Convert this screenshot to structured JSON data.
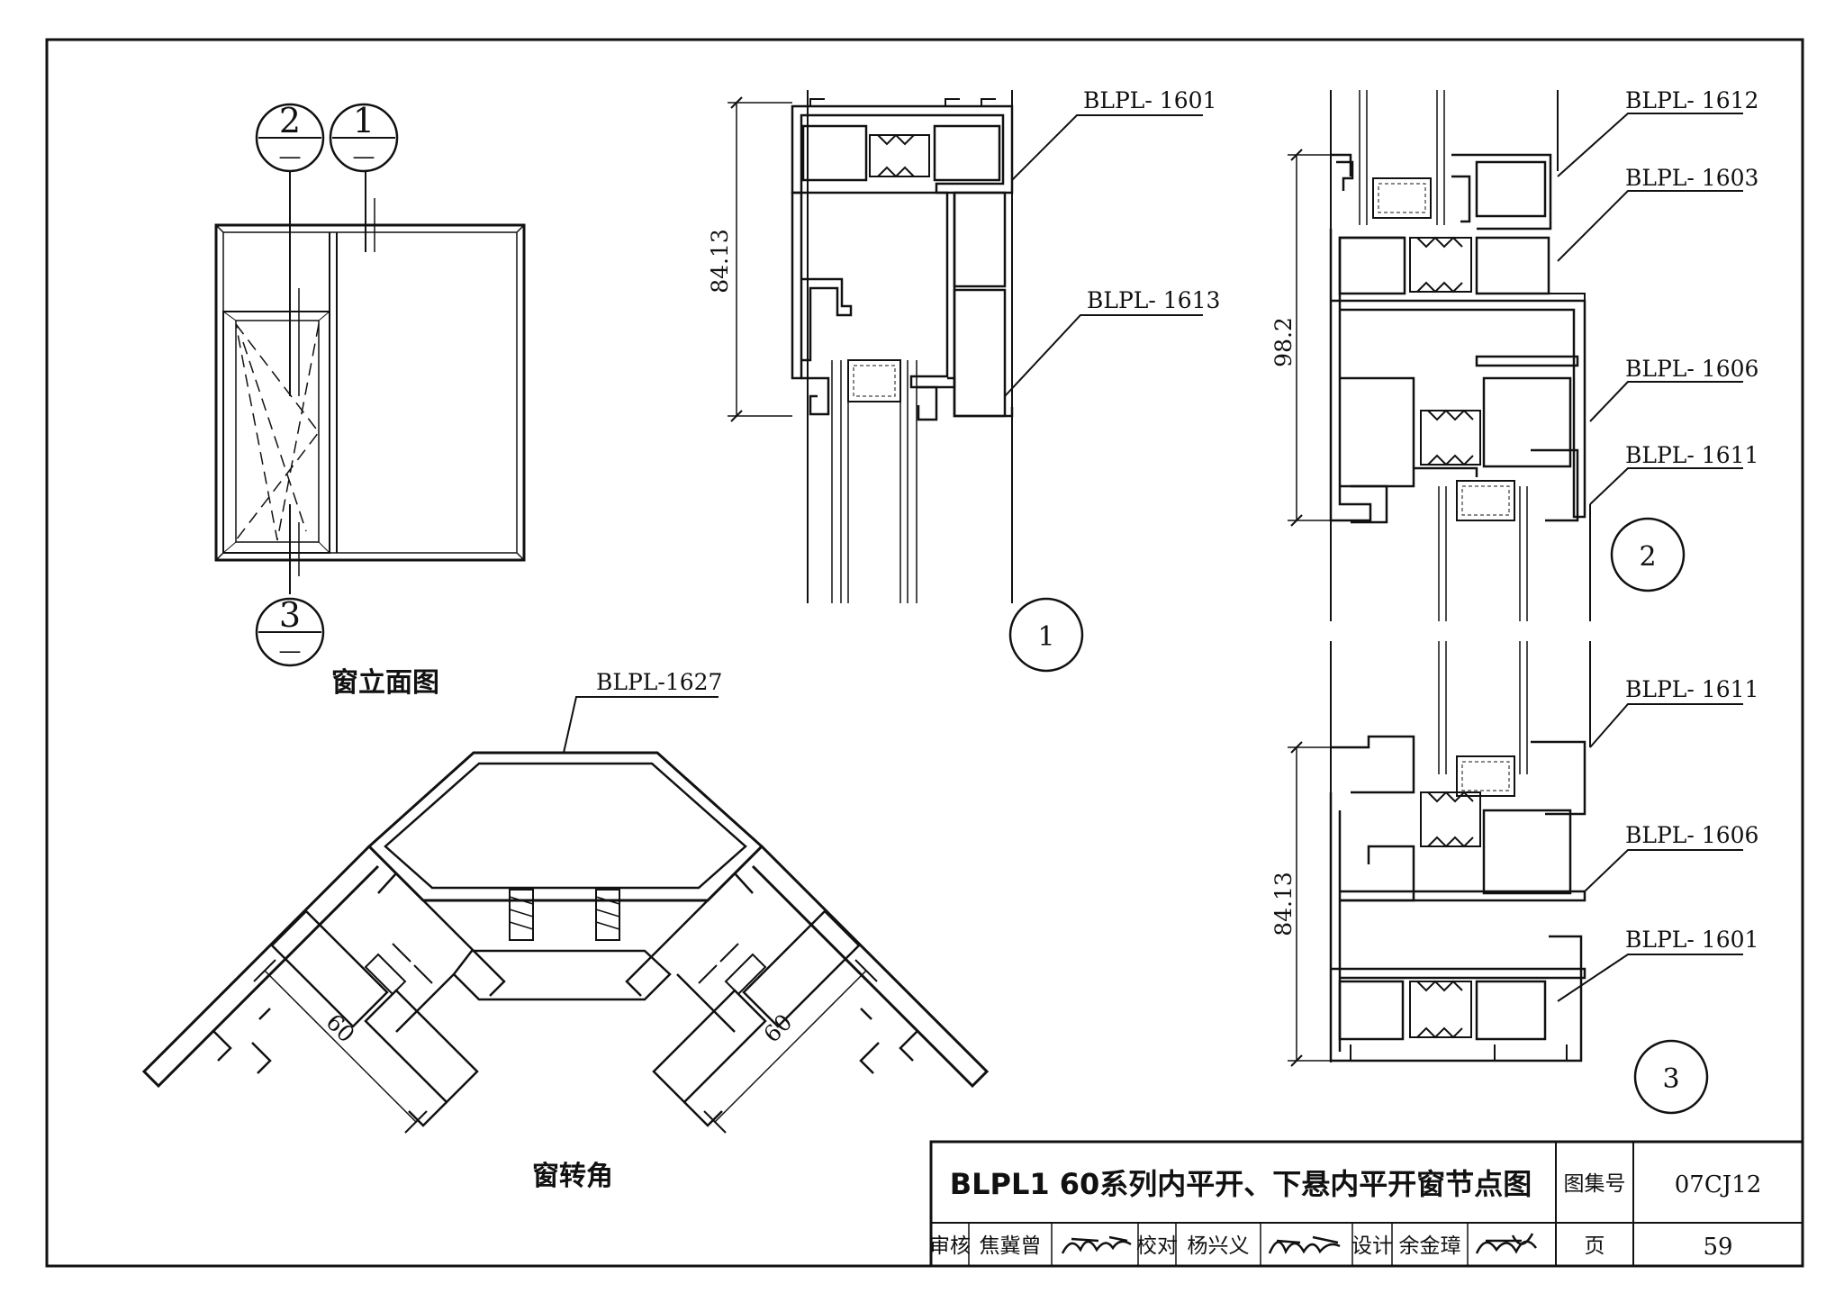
{
  "views": {
    "elevation": {
      "caption": "窗立面图",
      "section_marks": [
        {
          "num": "2",
          "sub": "—"
        },
        {
          "num": "1",
          "sub": "—"
        },
        {
          "num": "3",
          "sub": "—"
        }
      ]
    },
    "corner": {
      "caption": "窗转角",
      "profile": "BLPL-1627",
      "dim_left": "60",
      "dim_right": "60"
    },
    "section1": {
      "number": "1",
      "dimension": "84.13",
      "profiles": [
        "BLPL- 1601",
        "BLPL- 1613"
      ]
    },
    "section2": {
      "number": "2",
      "dimension": "98.2",
      "profiles": [
        "BLPL- 1612",
        "BLPL- 1603",
        "BLPL- 1606",
        "BLPL- 1611"
      ]
    },
    "section3": {
      "number": "3",
      "dimension": "84.13",
      "profiles": [
        "BLPL- 1611",
        "BLPL- 1606",
        "BLPL- 1601"
      ]
    }
  },
  "title_block": {
    "title": "BLPL1 60系列内平开、下悬内平开窗节点图",
    "atlas_label": "图集号",
    "atlas_no": "07CJ12",
    "page_label": "页",
    "page_no": "59",
    "review_label": "审核",
    "reviewer": "焦冀曾",
    "check_label": "校对",
    "checker": "杨兴义",
    "design_label": "设计",
    "designer": "余金璋"
  }
}
